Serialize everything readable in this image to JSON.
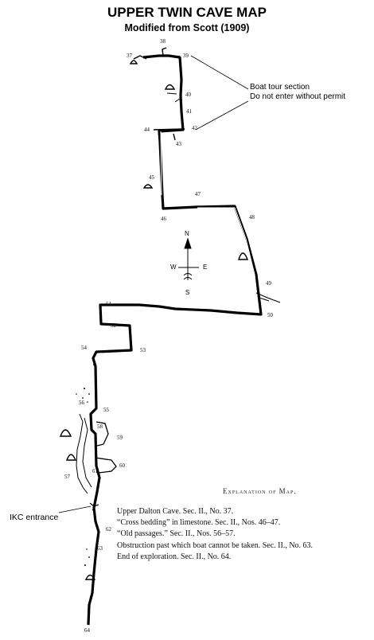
{
  "title": "UPPER TWIN CAVE MAP",
  "subtitle": "Modified from Scott (1909)",
  "annotations": {
    "boat_line1": "Boat tour section",
    "boat_line2": "Do not enter without permit",
    "ikc_entrance": "IKC entrance"
  },
  "compass": {
    "n": "N",
    "s": "S",
    "e": "E",
    "w": "W"
  },
  "station_labels": [
    "37",
    "38",
    "39",
    "40",
    "41",
    "42",
    "43",
    "44",
    "45",
    "46",
    "47",
    "48",
    "49",
    "50",
    "51",
    "52",
    "53",
    "54",
    "55",
    "56",
    "57",
    "58",
    "59",
    "60",
    "61",
    "62",
    "63",
    "64"
  ],
  "legend": {
    "title": "Explanation of Map.",
    "items": [
      "Upper Dalton Cave.   Sec. II., No. 37.",
      "“Cross bedding” in limestone.   Sec. II., Nos. 46–47.",
      "“Old passages.”   Sec. II., Nos. 56–57.",
      "Obstruction past which boat cannot be taken.   Sec. II., No. 63.",
      "End of exploration.   Sec. II., No. 64."
    ]
  },
  "colors": {
    "ink": "#000000",
    "paper": "#ffffff"
  }
}
